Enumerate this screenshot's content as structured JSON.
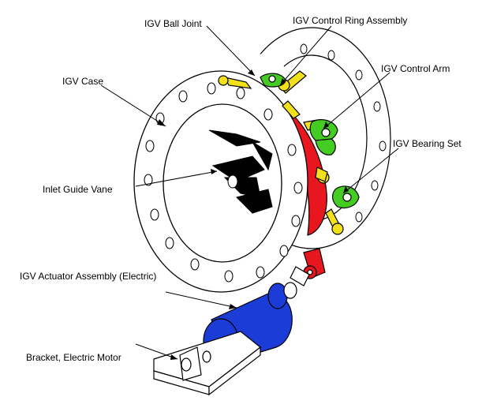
{
  "labels": {
    "ball_joint": "IGV Ball Joint",
    "control_ring": "IGV Control Ring Assembly",
    "igv_case": "IGV Case",
    "control_arm": "IGV Control Arm",
    "bearing_set": "IGV Bearing Set",
    "inlet_vane": "Inlet Guide Vane",
    "actuator": "IGV Actuator Assembly (Electric)",
    "bracket": "Bracket, Electric Motor"
  },
  "colors": {
    "control_ring": "#e8161e",
    "ball_joint": "#f2e11a",
    "control_arm": "#44cc22",
    "actuator": "#1c3cd8",
    "vane": "#000000",
    "outline": "#000000"
  }
}
